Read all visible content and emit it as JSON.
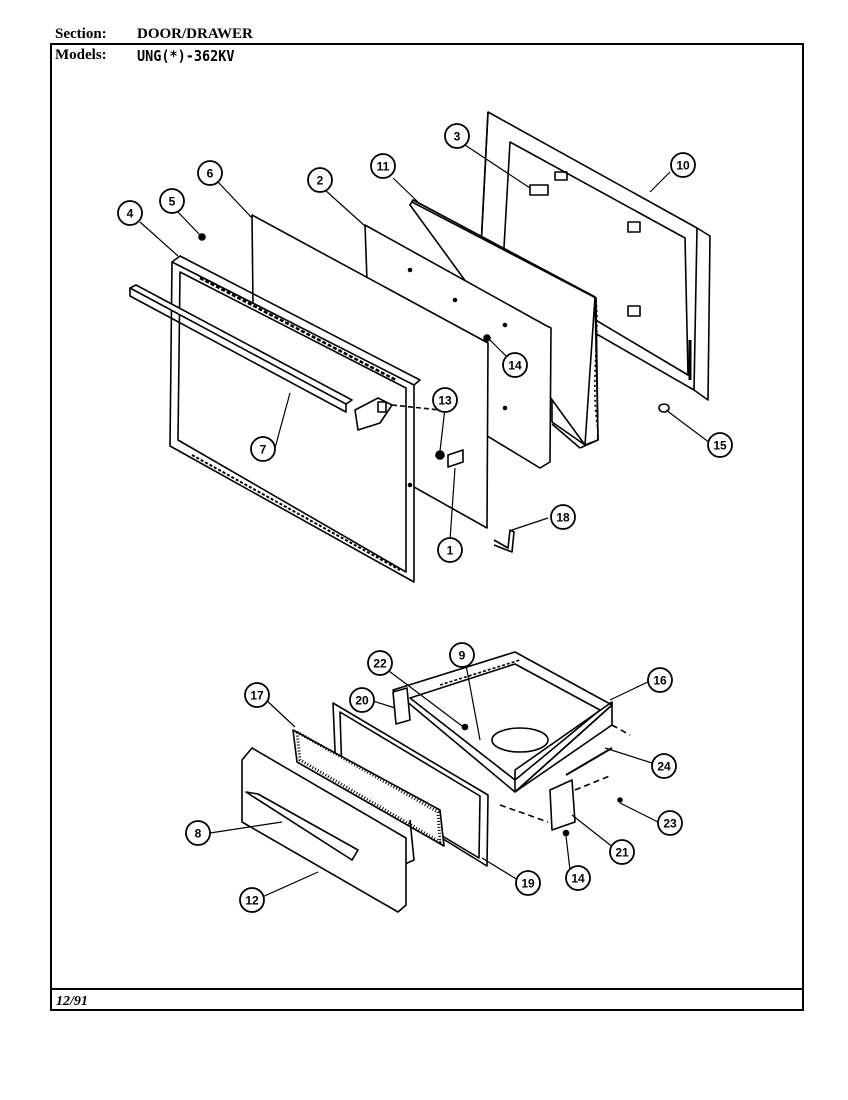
{
  "header": {
    "section_label": "Section:",
    "section_value": "DOOR/DRAWER",
    "models_label": "Models:",
    "models_value": "UNG(*)-362KV"
  },
  "footer": {
    "date": "12/91"
  },
  "callouts": [
    "1",
    "2",
    "3",
    "4",
    "5",
    "6",
    "7",
    "8",
    "9",
    "10",
    "11",
    "12",
    "13",
    "14",
    "14",
    "15",
    "16",
    "17",
    "18",
    "19",
    "20",
    "21",
    "22",
    "23",
    "24"
  ]
}
